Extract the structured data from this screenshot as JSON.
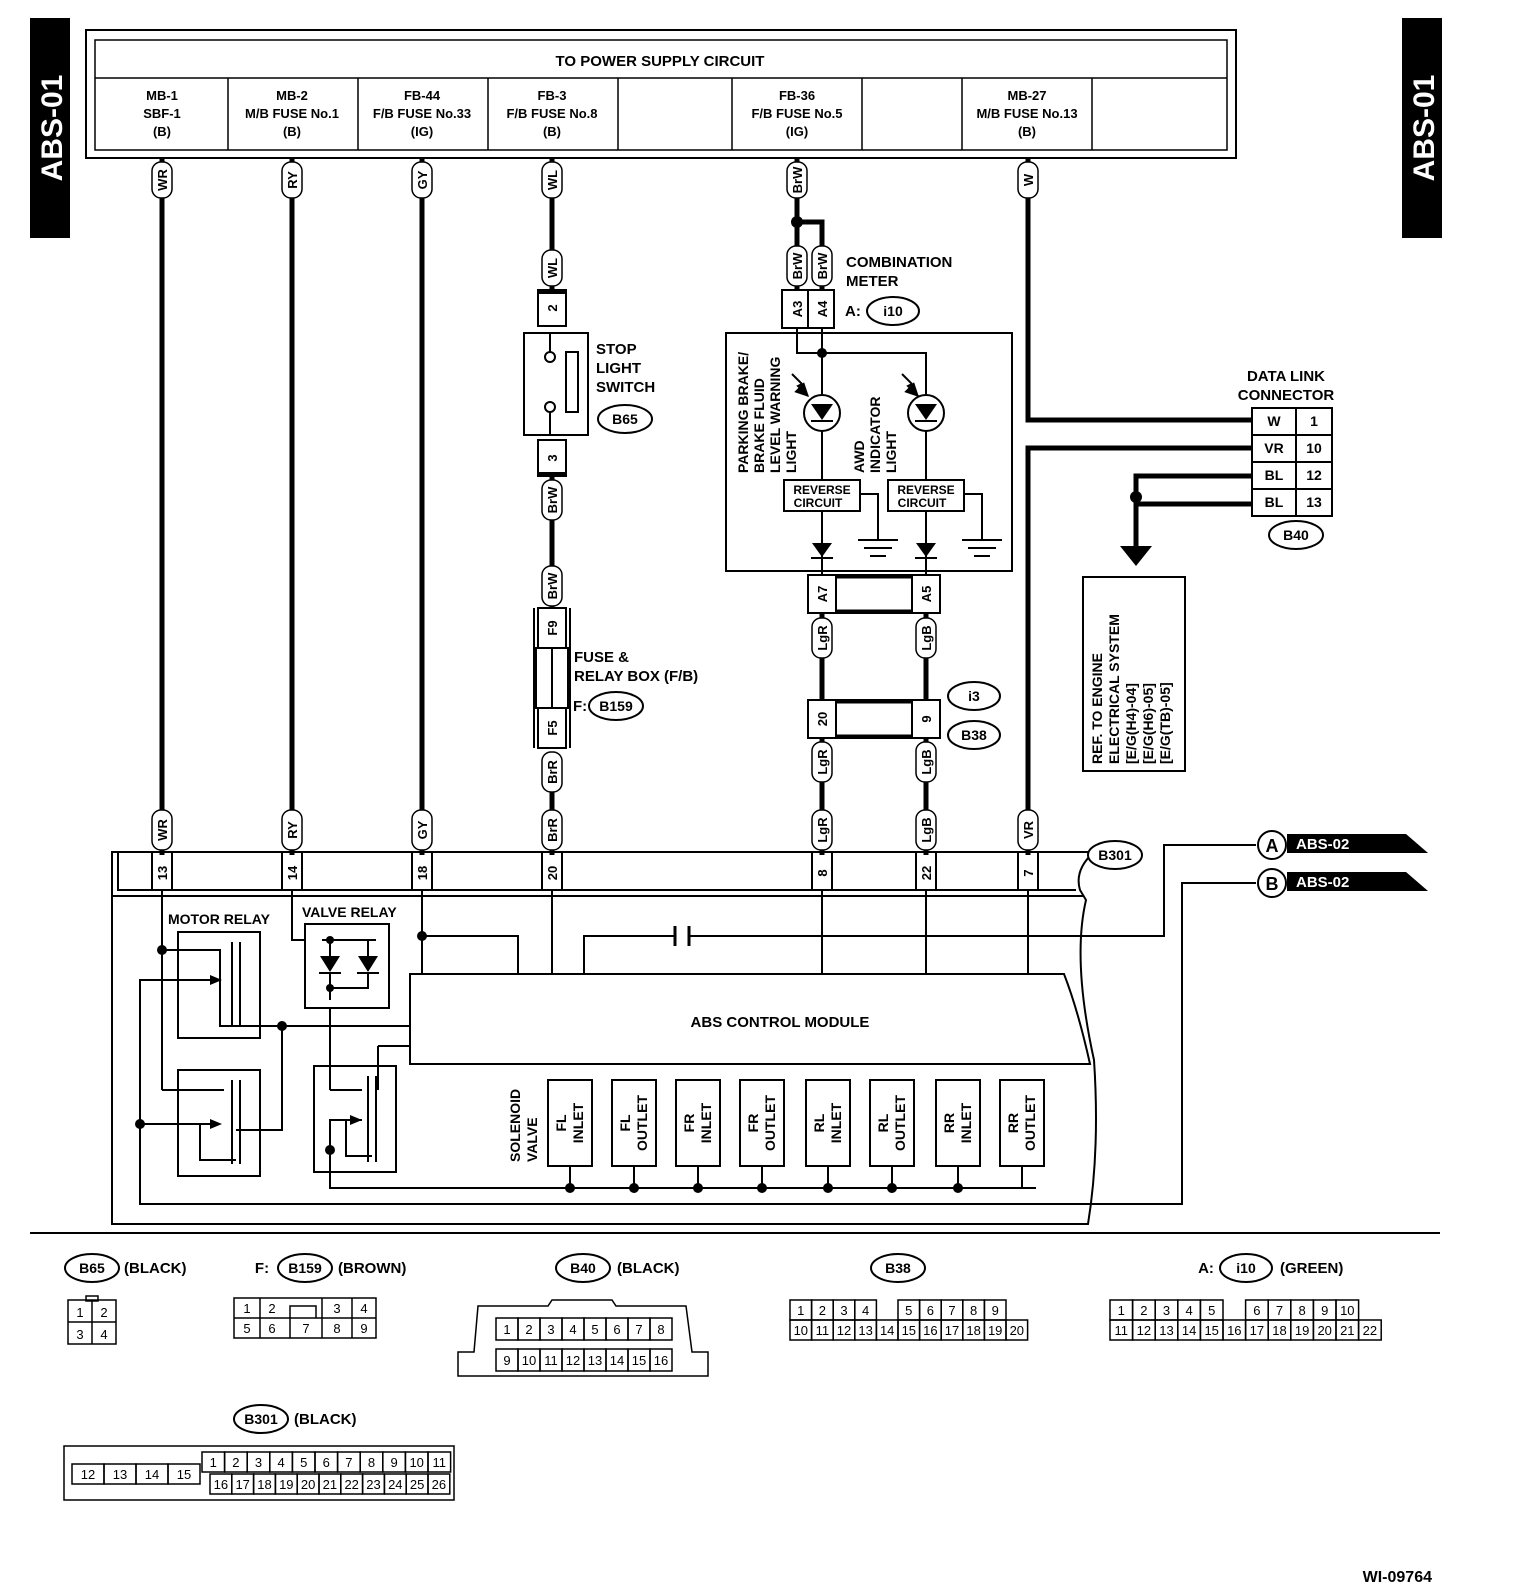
{
  "page": {
    "title_left": "ABS-01",
    "title_right": "ABS-01",
    "code": "WI-09764"
  },
  "power_supply": {
    "title": "TO POWER SUPPLY CIRCUIT",
    "fuses": [
      {
        "line1": "MB-1",
        "line2": "SBF-1",
        "line3": "(B)"
      },
      {
        "line1": "MB-2",
        "line2": "M/B FUSE No.1",
        "line3": "(B)"
      },
      {
        "line1": "FB-44",
        "line2": "F/B FUSE No.33",
        "line3": "(IG)"
      },
      {
        "line1": "FB-3",
        "line2": "F/B FUSE No.8",
        "line3": "(B)"
      },
      {
        "line1": "FB-36",
        "line2": "F/B FUSE No.5",
        "line3": "(IG)"
      },
      {
        "line1": "MB-27",
        "line2": "M/B FUSE No.13",
        "line3": "(B)"
      }
    ]
  },
  "wires": {
    "wr": "WR",
    "ry": "RY",
    "gy": "GY",
    "wl": "WL",
    "brw": "BrW",
    "w": "W",
    "brr": "BrR",
    "lgr": "LgR",
    "lgb": "LgB",
    "vr": "VR",
    "bl": "BL"
  },
  "pins": {
    "p2": "2",
    "p3": "3",
    "a3": "A3",
    "a4": "A4",
    "a7": "A7",
    "a5": "A5",
    "f9": "F9",
    "f5": "F5",
    "p20": "20",
    "p9": "9",
    "b301_13": "13",
    "b301_14": "14",
    "b301_18": "18",
    "b301_20": "20",
    "b301_8": "8",
    "b301_22": "22",
    "b301_7": "7"
  },
  "labels": {
    "stop_light_switch": [
      "STOP",
      "LIGHT",
      "SWITCH"
    ],
    "combination_meter": [
      "COMBINATION",
      "METER"
    ],
    "meter_prefix": "A:",
    "fuse_relay_box": [
      "FUSE &",
      "RELAY BOX (F/B)"
    ],
    "fb_prefix": "F:",
    "parking_brake_light": [
      "PARKING BRAKE/",
      "BRAKE FLUID",
      "LEVEL WARNING",
      "LIGHT"
    ],
    "awd_light": [
      "AWD",
      "INDICATOR",
      "LIGHT"
    ],
    "reverse_circuit": [
      "REVERSE",
      "CIRCUIT"
    ],
    "data_link_connector": [
      "DATA LINK",
      "CONNECTOR"
    ],
    "ref_engine": [
      "REF. TO ENGINE",
      "ELECTRICAL SYSTEM",
      "[E/G(H4)-04]",
      "[E/G(H6)-05]",
      "[E/G(TB)-05]"
    ],
    "motor_relay": "MOTOR RELAY",
    "valve_relay": "VALVE RELAY",
    "abs_module": "ABS CONTROL MODULE",
    "solenoid_valve": [
      "SOLENOID",
      "VALVE"
    ],
    "abs02": "ABS-02",
    "marker_a": "A",
    "marker_b": "B"
  },
  "dlc_pins": [
    {
      "wire": "W",
      "pin": "1"
    },
    {
      "wire": "VR",
      "pin": "10"
    },
    {
      "wire": "BL",
      "pin": "12"
    },
    {
      "wire": "BL",
      "pin": "13"
    }
  ],
  "connectors": {
    "b65": "B65",
    "b159": "B159",
    "i10": "i10",
    "b40": "B40",
    "i3": "i3",
    "b38": "B38",
    "b301": "B301"
  },
  "solenoids": [
    {
      "pos": "FL",
      "type": "INLET"
    },
    {
      "pos": "FL",
      "type": "OUTLET"
    },
    {
      "pos": "FR",
      "type": "INLET"
    },
    {
      "pos": "FR",
      "type": "OUTLET"
    },
    {
      "pos": "RL",
      "type": "INLET"
    },
    {
      "pos": "RL",
      "type": "OUTLET"
    },
    {
      "pos": "RR",
      "type": "INLET"
    },
    {
      "pos": "RR",
      "type": "OUTLET"
    }
  ],
  "connector_legend": {
    "b65": {
      "name": "B65",
      "color": "(BLACK)",
      "pins": [
        "1",
        "2",
        "3",
        "4"
      ]
    },
    "b159": {
      "prefix": "F:",
      "name": "B159",
      "color": "(BROWN)",
      "row1": [
        "1",
        "2",
        "",
        "3",
        "4"
      ],
      "row2": [
        "5",
        "6",
        "7",
        "8",
        "9"
      ]
    },
    "b40": {
      "name": "B40",
      "color": "(BLACK)",
      "row1": [
        "1",
        "2",
        "3",
        "4",
        "5",
        "6",
        "7",
        "8"
      ],
      "row2": [
        "9",
        "10",
        "11",
        "12",
        "13",
        "14",
        "15",
        "16"
      ]
    },
    "b38": {
      "name": "B38",
      "row1": [
        "1",
        "2",
        "3",
        "4",
        "",
        "5",
        "6",
        "7",
        "8",
        "9"
      ],
      "row2": [
        "10",
        "11",
        "12",
        "13",
        "14",
        "15",
        "16",
        "17",
        "18",
        "19",
        "20"
      ]
    },
    "i10": {
      "prefix": "A:",
      "name": "i10",
      "color": "(GREEN)",
      "row1": [
        "1",
        "2",
        "3",
        "4",
        "5",
        "",
        "6",
        "7",
        "8",
        "9",
        "10"
      ],
      "row2": [
        "11",
        "12",
        "13",
        "14",
        "15",
        "16",
        "17",
        "18",
        "19",
        "20",
        "21",
        "22"
      ]
    },
    "b301": {
      "name": "B301",
      "color": "(BLACK)",
      "left": [
        "12",
        "13",
        "14",
        "15"
      ],
      "row1": [
        "1",
        "2",
        "3",
        "4",
        "5",
        "6",
        "7",
        "8",
        "9",
        "10",
        "11"
      ],
      "row2": [
        "16",
        "17",
        "18",
        "19",
        "20",
        "21",
        "22",
        "23",
        "24",
        "25",
        "26"
      ]
    }
  }
}
